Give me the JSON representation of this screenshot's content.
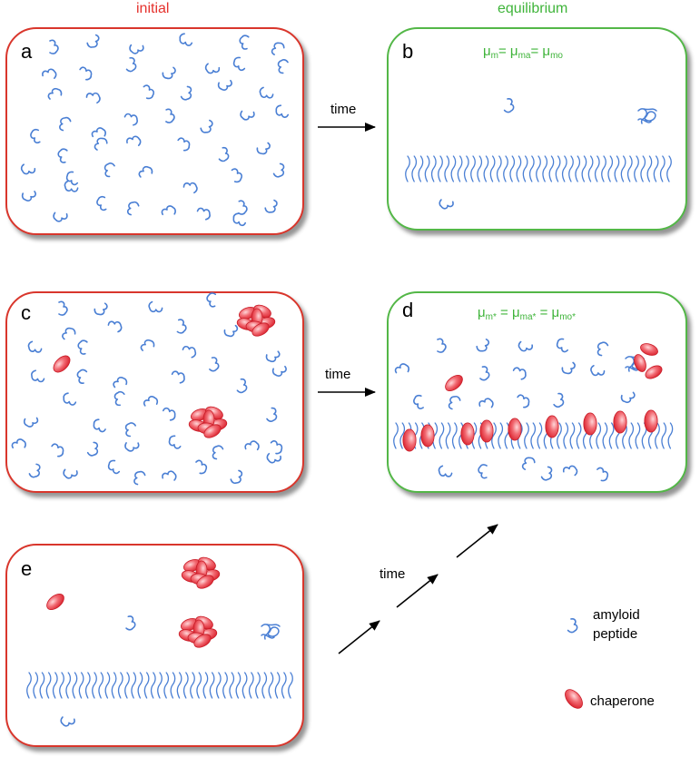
{
  "headers": {
    "initial": "initial",
    "equilibrium": "equilibrium"
  },
  "panels": {
    "a": "a",
    "b": "b",
    "c": "c",
    "d": "d",
    "e": "e"
  },
  "equations": {
    "b": {
      "m": "m",
      "ma": "ma",
      "mo": "mo"
    },
    "d": {
      "m": "m*",
      "ma": "ma*",
      "mo": "mo*"
    }
  },
  "arrows": {
    "ab": "time",
    "cd": "time",
    "ed": "time"
  },
  "legend": {
    "peptide_line1": "amyloid",
    "peptide_line2": "peptide",
    "chaperone": "chaperone"
  },
  "colors": {
    "initial": "#e5322d",
    "equilibrium": "#3fb43a",
    "peptide": "#4a7fd4",
    "chaperone": "#e0303a"
  }
}
